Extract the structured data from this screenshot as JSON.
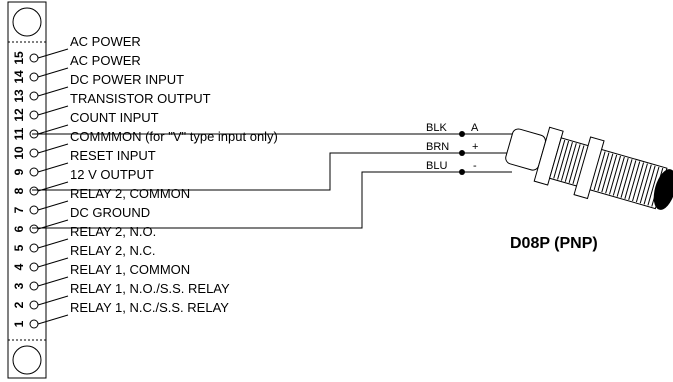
{
  "terminals": [
    {
      "number": "15",
      "label": "AC POWER"
    },
    {
      "number": "14",
      "label": "AC POWER"
    },
    {
      "number": "13",
      "label": "DC POWER INPUT"
    },
    {
      "number": "12",
      "label": "TRANSISTOR OUTPUT"
    },
    {
      "number": "11",
      "label": "COUNT INPUT"
    },
    {
      "number": "10",
      "label": "COMMMON (for \"V\" type input only)"
    },
    {
      "number": "9",
      "label": "RESET INPUT"
    },
    {
      "number": "8",
      "label": "12 V OUTPUT"
    },
    {
      "number": "7",
      "label": "RELAY 2, COMMON"
    },
    {
      "number": "6",
      "label": "DC GROUND"
    },
    {
      "number": "5",
      "label": "RELAY 2, N.O."
    },
    {
      "number": "4",
      "label": "RELAY 2, N.C."
    },
    {
      "number": "3",
      "label": "RELAY 1, COMMON"
    },
    {
      "number": "2",
      "label": "RELAY 1, N.O./S.S. RELAY"
    },
    {
      "number": "1",
      "label": "RELAY 1, N.C./S.S. RELAY"
    }
  ],
  "wires": [
    {
      "color": "BLK",
      "polarity": "A"
    },
    {
      "color": "BRN",
      "polarity": "+"
    },
    {
      "color": "BLU",
      "polarity": "-"
    }
  ],
  "sensor": {
    "name": "D08P (PNP)"
  }
}
